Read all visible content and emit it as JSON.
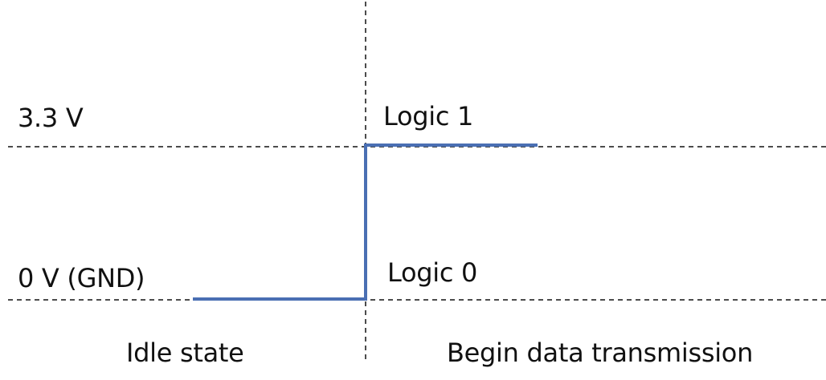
{
  "labels": {
    "high_voltage": "3.3 V",
    "low_voltage": "0 V (GND)",
    "logic_high": "Logic 1",
    "logic_low": "Logic 0",
    "idle_region": "Idle state",
    "active_region": "Begin data transmission"
  },
  "colors": {
    "signal": "#4a6fb3",
    "guides": "#111111",
    "text": "#111111"
  }
}
